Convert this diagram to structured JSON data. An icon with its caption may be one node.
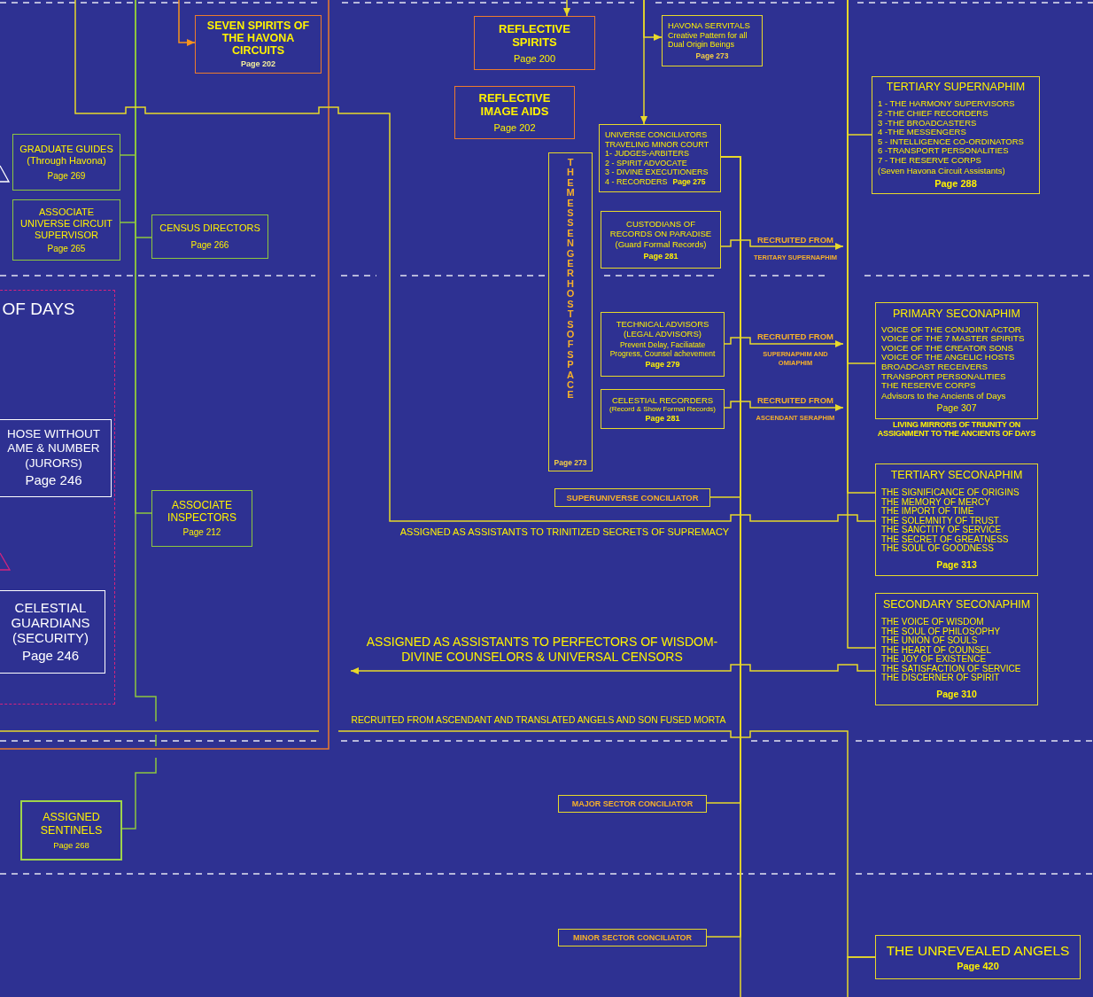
{
  "diagram": {
    "nodes": [
      {
        "text": [
          "SEVEN SPIRITS OF THE HAVONA CIRCUITS",
          "Page 202"
        ]
      },
      {
        "text": [
          "REFLECTIVE SPIRITS",
          "Page 200"
        ]
      },
      {
        "text": [
          "HAVONA SERVITALS",
          "Creative Pattern for all Dual Origin Beings",
          "Page 273"
        ]
      },
      {
        "text": [
          "REFLECTIVE IMAGE AIDS",
          "Page 202"
        ]
      },
      {
        "text": [
          "TERTIARY SUPERNAPHIM",
          "1 - THE HARMONY SUPERVISORS",
          "2 -THE CHIEF RECORDERS",
          "3 -THE BROADCASTERS",
          "4 -THE MESSENGERS",
          "5 - INTELLIGENCE CO-ORDINATORS",
          "6 -TRANSPORT PERSONALITIES",
          "7 - THE RESERVE CORPS",
          "(Seven Havona Circuit Assistants)",
          "Page 288"
        ]
      },
      {
        "text": [
          "UNIVERSE CONCILIATORS",
          "TRAVELING MINOR COURT",
          "1- JUDGES-ARBITERS",
          "2 - SPIRIT ADVOCATE",
          "3 - DIVINE EXECUTIONERS",
          "4 - RECORDERS",
          "Page 275"
        ]
      },
      {
        "text": [
          "GRADUATE GUIDES",
          "(Through Havona)",
          "Page 269"
        ]
      },
      {
        "text": [
          "THE MESSENGER HOSTS OF SPACE",
          "Page 273"
        ]
      },
      {
        "text": [
          "ASSOCIATE UNIVERSE CIRCUIT SUPERVISOR",
          "Page 265"
        ]
      },
      {
        "text": [
          "CUSTODIANS OF RECORDS ON PARADISE",
          "(Guard Formal Records)",
          "Page 281"
        ]
      },
      {
        "text": [
          "CENSUS DIRECTORS",
          "Page 266"
        ]
      },
      {
        "text": [
          "OF DAYS"
        ]
      },
      {
        "text": [
          "PRIMARY SECONAPHIM",
          "VOICE OF THE CONJOINT ACTOR",
          "VOICE OF THE 7 MASTER SPIRITS",
          "VOICE OF THE CREATOR SONS",
          "VOICE OF THE ANGELIC HOSTS",
          "BROADCAST RECEIVERS",
          "TRANSPORT PERSONALITIES",
          "THE RESERVE CORPS",
          "Advisors to the Ancients of Days",
          "Page 307"
        ],
        "beside": [
          "LIVING MIRRORS OF TRIUNITY ON ASSIGNMENT TO THE ANCIENTS OF DAYS"
        ]
      },
      {
        "text": [
          "TECHNICAL ADVISORS (LEGAL ADVISORS)",
          "Prevent Delay, Faciliatate Progress, Counsel achevement",
          "Page 279"
        ]
      },
      {
        "text": [
          "CELESTIAL RECORDERS",
          "(Record & Show Formal Records)",
          "Page 281"
        ]
      },
      {
        "text": [
          "HOSE WITHOUT AME & NUMBER (JURORS)",
          "Page 246"
        ],
        "in": 11
      },
      {
        "text": [
          "TERTIARY SECONAPHIM",
          "THE SIGNIFICANCE OF ORIGINS",
          "THE MEMORY OF MERCY",
          "THE IMPORT OF TIME",
          "THE SOLEMNITY OF TRUST",
          "THE SANCTITY OF SERVICE",
          "THE SECRET OF GREATNESS",
          "THE SOUL OF GOODNESS",
          "Page 313"
        ]
      },
      {
        "text": [
          "ASSOCIATE INSPECTORS",
          "Page 212"
        ]
      },
      {
        "text": [
          "SUPERUNIVERSE CONCILIATOR"
        ]
      },
      {
        "text": [
          "CELESTIAL GUARDIANS (SECURITY)",
          "Page 246"
        ],
        "in": 11
      },
      {
        "text": [
          "SECONDARY SECONAPHIM",
          "THE VOICE OF WISDOM",
          "THE SOUL OF PHILOSOPHY",
          "THE UNION OF SOULS",
          "THE HEART OF COUNSEL",
          "THE JOY OF EXISTENCE",
          "THE SATISFACTION OF SERVICE",
          "THE DISCERNER OF SPIRIT",
          "Page 310"
        ]
      },
      {
        "text": [
          "ASSIGNED SENTINELS",
          "Page 268"
        ]
      },
      {
        "text": [
          "MAJOR SECTOR CONCILIATOR"
        ]
      },
      {
        "text": [
          "MINOR SECTOR CONCILIATOR"
        ]
      },
      {
        "text": [
          "THE UNREVEALED ANGELS",
          "Page 420"
        ]
      }
    ],
    "edges": [
      {
        "from": null,
        "to": 0,
        "arrow": "to",
        "color": "#f7941d"
      },
      {
        "from": null,
        "to": 1,
        "arrow": "to"
      },
      {
        "from": null,
        "to": 2,
        "arrow": "to"
      },
      {
        "from": null,
        "to": 5,
        "arrow": "to"
      },
      {
        "from": null,
        "to": 6,
        "arrow": "none",
        "color": "#8dc63f"
      },
      {
        "from": null,
        "to": 8,
        "arrow": "none",
        "color": "#8dc63f"
      },
      {
        "from": null,
        "to": 10,
        "arrow": "none",
        "color": "#8dc63f"
      },
      {
        "from": null,
        "to": 17,
        "arrow": "none",
        "color": "#8dc63f"
      },
      {
        "from": null,
        "to": 21,
        "arrow": "none",
        "color": "#8dc63f"
      },
      {
        "from": null,
        "to": 4,
        "arrow": "none"
      },
      {
        "from": null,
        "to": 12,
        "arrow": "none"
      },
      {
        "from": null,
        "to": 16,
        "arrow": "none"
      },
      {
        "from": null,
        "to": 20,
        "arrow": "none"
      },
      {
        "from": 5,
        "to": 18,
        "arrow": "none"
      },
      {
        "from": 5,
        "to": 22,
        "arrow": "none"
      },
      {
        "from": 5,
        "to": 23,
        "arrow": "none"
      },
      {
        "from": 5,
        "to": null,
        "arrow": "none"
      },
      {
        "from": 9,
        "to": null,
        "arrow": "to",
        "label": "RECRUITED FROM TERITARY SUPERNAPHIM"
      },
      {
        "from": 13,
        "to": null,
        "arrow": "to",
        "label": "RECRUITED FROM SUPERNAPHIM AND OMIAPHIM"
      },
      {
        "from": 14,
        "to": null,
        "arrow": "to",
        "label": "RECRUITED FROM ASCENDANT SERAPHIM"
      },
      {
        "from": 16,
        "to": null,
        "arrow": "none",
        "label": "ASSIGNED AS ASSISTANTS TO TRINITIZED SECRETS OF SUPREMACY"
      },
      {
        "from": 20,
        "to": null,
        "arrow": "to",
        "label": "ASSIGNED AS ASSISTANTS TO PERFECTORS OF WISDOM- DIVINE COUNSELORS & UNIVERSAL CENSORS"
      },
      {
        "from": 24,
        "to": null,
        "arrow": "none",
        "label": "RECRUITED FROM ASCENDANT AND TRANSLATED ANGELS AND SON FUSED MORTA"
      },
      {
        "from": 24,
        "to": null,
        "arrow": "none"
      }
    ]
  }
}
